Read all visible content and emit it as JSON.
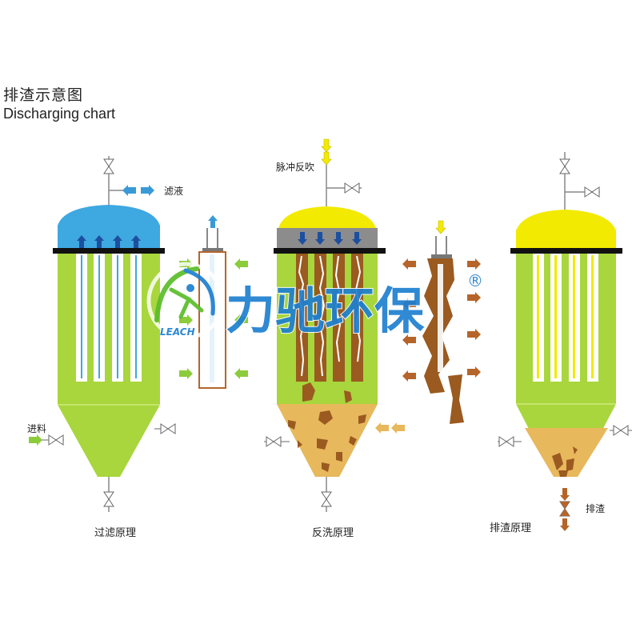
{
  "header": {
    "title_cn": "排渣示意图",
    "title_en": "Discharging chart"
  },
  "labels": {
    "filtrate": "滤液",
    "feed": "进料",
    "pulse_backflush": "脉冲反吹",
    "discharge": "排渣"
  },
  "captions": {
    "filtering": "过滤原理",
    "backwash": "反洗原理",
    "discharging": "排渣原理"
  },
  "watermark": {
    "brand_cn": "力驰环保",
    "brand_en": "LEACH",
    "registered": "®"
  },
  "colors": {
    "vessel_green": "#a8d63c",
    "dome_blue": "#3ea8e0",
    "dome_yellow": "#f2ea00",
    "dome_gray": "#8c8c8c",
    "sludge": "#e8b85c",
    "cake_brown": "#9a5a20",
    "arrow_green": "#8ccc3c",
    "arrow_blue": "#3a9ad8",
    "arrow_brown": "#b5652a",
    "brand_blue": "#1e7fd0"
  },
  "icons": [
    "valve-icon",
    "arrow-icon",
    "filter-element-icon",
    "logo-icon"
  ]
}
